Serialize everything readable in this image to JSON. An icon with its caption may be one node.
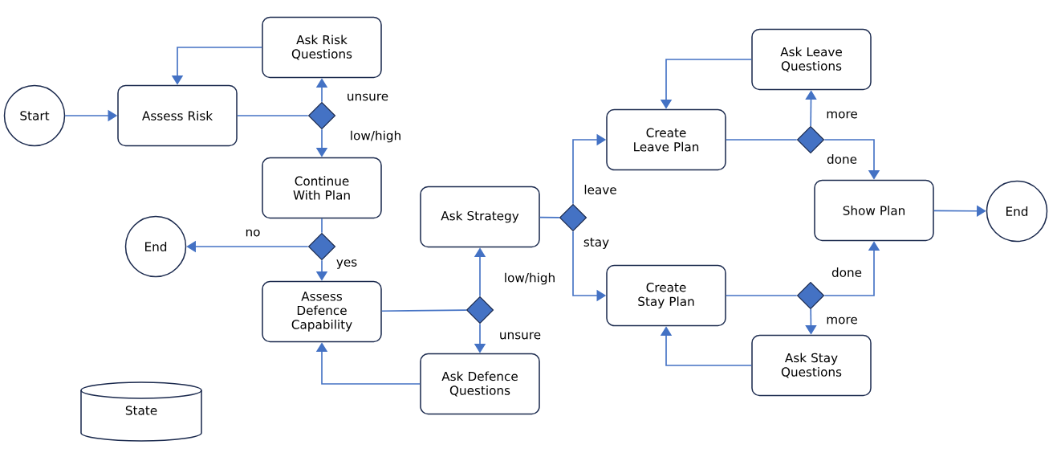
{
  "diagram": {
    "nodes": [
      {
        "text": [
          "Start"
        ]
      },
      {
        "text": [
          "Assess Risk"
        ]
      },
      {
        "text": [
          "Ask Risk Questions"
        ]
      },
      {
        "text": [],
        "shape": "diamond"
      },
      {
        "text": [
          "Continue With Plan"
        ]
      },
      {
        "text": [],
        "shape": "diamond"
      },
      {
        "text": [
          "End"
        ]
      },
      {
        "text": [
          "Assess Defence Capability"
        ]
      },
      {
        "text": [],
        "shape": "diamond"
      },
      {
        "text": [
          "Ask Strategy"
        ]
      },
      {
        "text": [
          "Ask Defence Questions"
        ]
      },
      {
        "text": [],
        "shape": "diamond"
      },
      {
        "text": [
          "Create Leave Plan"
        ]
      },
      {
        "text": [
          "Create Stay Plan"
        ]
      },
      {
        "text": [],
        "shape": "diamond"
      },
      {
        "text": [
          "Ask Leave Questions"
        ]
      },
      {
        "text": [
          "Show Plan"
        ]
      },
      {
        "text": [
          "End"
        ]
      },
      {
        "text": [],
        "shape": "diamond"
      },
      {
        "text": [
          "Ask Stay Questions"
        ]
      },
      {
        "text": [
          "State"
        ]
      }
    ],
    "edges": [
      {
        "from": 0,
        "to": 1,
        "arrow": "to"
      },
      {
        "from": 1,
        "to": 3,
        "arrow": "none"
      },
      {
        "from": 3,
        "to": 2,
        "arrow": "to",
        "label": "unsure"
      },
      {
        "from": 2,
        "to": 1,
        "arrow": "to"
      },
      {
        "from": 3,
        "to": 4,
        "arrow": "to",
        "label": "low/high"
      },
      {
        "from": 4,
        "to": 5,
        "arrow": "none"
      },
      {
        "from": 5,
        "to": 6,
        "arrow": "to",
        "label": "no"
      },
      {
        "from": 5,
        "to": 7,
        "arrow": "to",
        "label": "yes"
      },
      {
        "from": 7,
        "to": 8,
        "arrow": "none"
      },
      {
        "from": 8,
        "to": 9,
        "arrow": "to",
        "label": "low/high"
      },
      {
        "from": 8,
        "to": 10,
        "arrow": "to",
        "label": "unsure"
      },
      {
        "from": 10,
        "to": 7,
        "arrow": "to"
      },
      {
        "from": 9,
        "to": 11,
        "arrow": "none"
      },
      {
        "from": 11,
        "to": 12,
        "arrow": "to",
        "label": "leave"
      },
      {
        "from": 11,
        "to": 13,
        "arrow": "to",
        "label": "stay"
      },
      {
        "from": 12,
        "to": 14,
        "arrow": "none"
      },
      {
        "from": 14,
        "to": 15,
        "arrow": "to",
        "label": "more"
      },
      {
        "from": 15,
        "to": 12,
        "arrow": "to"
      },
      {
        "from": 14,
        "to": 16,
        "arrow": "to",
        "label": "done"
      },
      {
        "from": 13,
        "to": 18,
        "arrow": "none"
      },
      {
        "from": 18,
        "to": 16,
        "arrow": "to",
        "label": "done"
      },
      {
        "from": 18,
        "to": 19,
        "arrow": "to",
        "label": "more"
      },
      {
        "from": 19,
        "to": 13,
        "arrow": "to"
      },
      {
        "from": 16,
        "to": 17,
        "arrow": "to"
      }
    ]
  }
}
